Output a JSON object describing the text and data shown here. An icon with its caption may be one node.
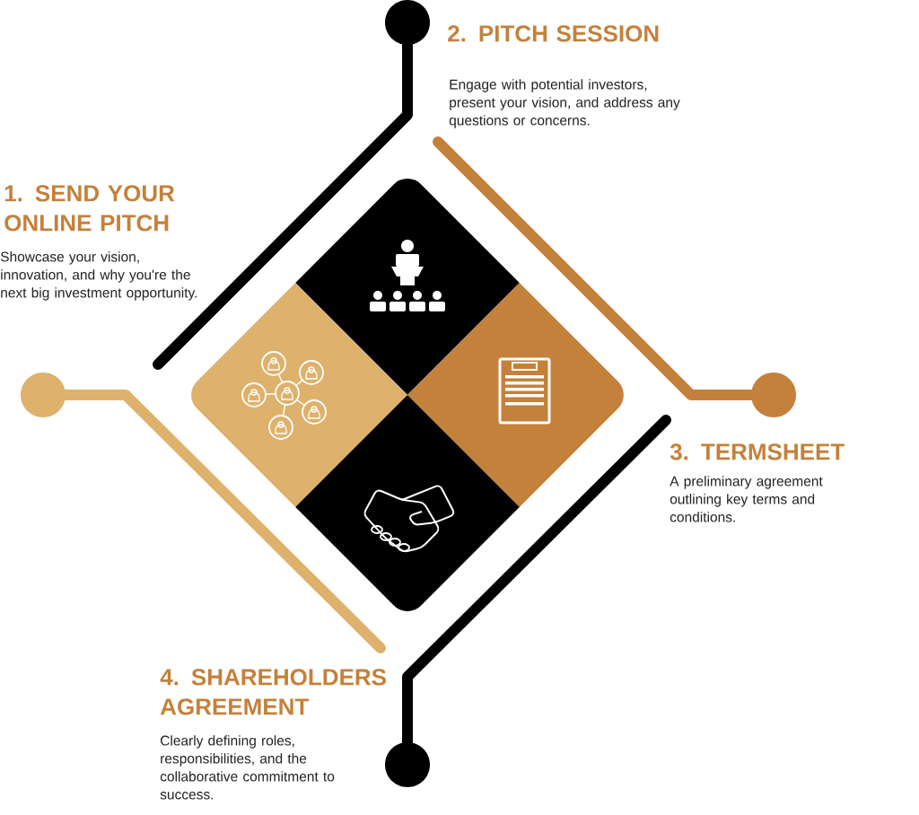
{
  "diagram": {
    "labels": [
      "1.  SEND YOUR ONLINE PITCH",
      "Showcase your vision, innovation, and why you're the next big investment opportunity.",
      "2. PITCH SESSION",
      "Engage with potential investors, present your vision, and address any questions or concerns.",
      "3. TERMSHEET",
      "A preliminary agreement outlining key terms and conditions.",
      "4. SHAREHOLDERS AGREEMENT",
      "Clearly defining roles, responsibilities, and the collaborative commitment to success."
    ]
  }
}
